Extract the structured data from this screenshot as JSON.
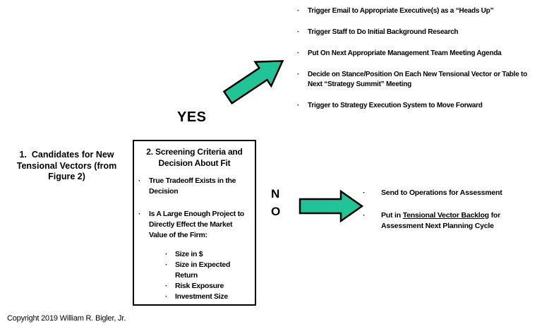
{
  "diagram": {
    "yes_branch": {
      "label": "YES",
      "actions": [
        "Trigger Email to Appropriate Executive(s) as a “Heads Up”",
        "Trigger Staff to Do Initial Background Research",
        "Put On Next Appropriate Management Team Meeting Agenda",
        "Decide on Stance/Position On Each New Tensional Vector or Table to\nNext “Strategy Summit” Meeting",
        "Trigger to Strategy Execution System to Move Forward"
      ]
    },
    "no_branch": {
      "label": "NO",
      "action1": "Send to Operations for Assessment",
      "action2_prefix": "Put in ",
      "action2_underlined": "Tensional Vector Backlog",
      "action2_suffix": " for\nAssessment Next Planning Cycle"
    },
    "step1": {
      "text": "1.  Candidates for New\nTensional Vectors (from\nFigure 2)"
    },
    "step2": {
      "title": "2. Screening Criteria and\nDecision About Fit",
      "bullets": [
        "True Tradeoff Exists in the\nDecision",
        "Is A Large Enough Project to\nDirectly Effect the Market\nValue of the Firm:"
      ],
      "sub_bullets": [
        "Size in $",
        "Size in Expected\nReturn",
        "Risk Exposure",
        "Investment Size"
      ]
    },
    "footer": {
      "copyright": "Copyright 2019 William R. Bigler, Jr."
    }
  },
  "colors": {
    "arrow_fill": "#21C496",
    "arrow_stroke": "#000000"
  }
}
